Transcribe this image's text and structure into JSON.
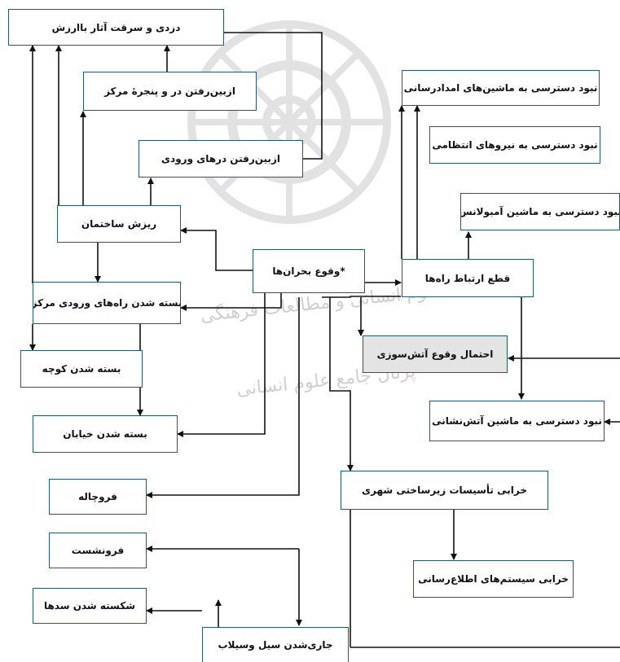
{
  "nodes": {
    "theft": "دزدی و سرقت آثار باارزش",
    "windows": "ازبین‌رفتن در و پنجرهٔ مرکز",
    "doors": "ازبین‌رفتن درهای ورودی",
    "collapse": "ریزش ساختمان",
    "crisis": "*وقوع بحران‌ها",
    "entrances": "بسته شدن راه‌های ورودی مرکز",
    "alley": "بسته شدن کوچه",
    "street": "بسته شدن خیابان",
    "sinkhole": "فروچاله",
    "subsidence": "فرونشست",
    "dams": "شکسته شدن سدها",
    "flood": "جاری‌شدن سیل وسیلاب",
    "relief": "نبود دسترسی به ماشین‌های امدادرسانی",
    "police": "نبود دسترسی به نیروهای انتظامی",
    "ambulance": "نبود دسترسی به ماشین آمبولانس",
    "roads": "قطع ارتباط راه‌ها",
    "fire": "احتمال وقوع آتش‌سوزی",
    "firetruck": "نبود دسترسی به ماشین آتش‌نشانی",
    "infra": "خرابی تأسیسات زیرساختی شهری",
    "info": "خرابی سیستم‌های اطلاع‌رسانی"
  },
  "watermark": {
    "line1": "پژوهشگاه علوم انسانی و مطالعات فرهنگی",
    "line2": "پرتال جامع علوم انسانی"
  },
  "colors": {
    "border": "#1f5a6e",
    "arrow": "#111111",
    "shaded_fill": "#e4e4e4",
    "watermark": "#d4d4d4"
  }
}
